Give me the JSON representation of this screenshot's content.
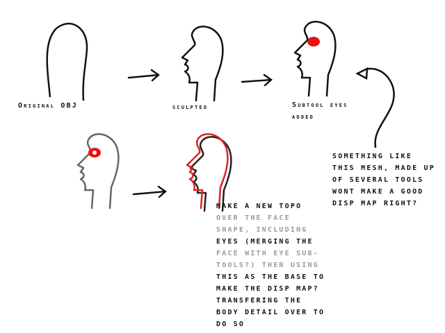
{
  "labels": {
    "original": "Original OBJ",
    "sculpted": "sculpted",
    "subtool": [
      "Subtool eyes",
      "added"
    ]
  },
  "question": [
    "Something like",
    "this mesh, made up",
    "of several tools",
    "wont make a good",
    "disp map right?"
  ],
  "proposal": [
    {
      "text": "make a new topo",
      "tone": "dark"
    },
    {
      "text": "over the face",
      "tone": "gray"
    },
    {
      "text": "shape, including",
      "tone": "gray"
    },
    {
      "text": "eyes (merging the",
      "tone": "dark"
    },
    {
      "text": "face with eye sub-",
      "tone": "gray"
    },
    {
      "text": "tools?) then using",
      "tone": "gray"
    },
    {
      "text": "this as the base to",
      "tone": "dark"
    },
    {
      "text": "make the disp map?",
      "tone": "dark"
    },
    {
      "text": "transfering the",
      "tone": "dark"
    },
    {
      "text": "body detail over to",
      "tone": "dark"
    },
    {
      "text": "do so",
      "tone": "dark"
    }
  ],
  "colors": {
    "stroke": "#111111",
    "eye": "#ee1111",
    "topo": "#dd2222"
  }
}
